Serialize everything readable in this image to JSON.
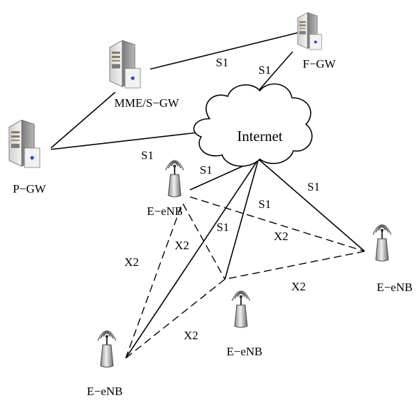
{
  "nodes": {
    "mme": "MME/S−GW",
    "fgw": "F−GW",
    "pgw": "P−GW",
    "internet": "Internet",
    "enb_top": "E−eNB",
    "enb_right": "E−eNB",
    "enb_mid": "E−eNB",
    "enb_bottom": "E−eNB"
  },
  "links": {
    "s1": "S1",
    "x2": "X2"
  },
  "icons": {
    "server": "server-icon",
    "antenna": "antenna-tower-icon",
    "cloud": "cloud-icon"
  }
}
